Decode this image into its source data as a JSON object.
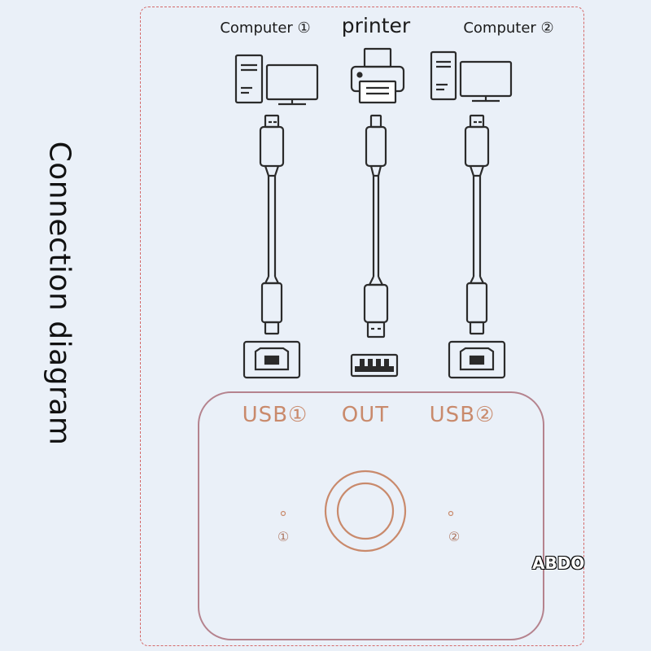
{
  "diagram": {
    "title": "Connection diagram",
    "devices": {
      "computer1": "Computer ①",
      "printer": "printer",
      "computer2": "Computer ②"
    },
    "ports": {
      "usb1": "USB①",
      "out": "OUT",
      "usb2": "USB②"
    },
    "indicators": {
      "led1": "①",
      "led2": "②"
    },
    "watermark": "ABDO",
    "colors": {
      "line": "#2b2b2b",
      "accent": "#c98a6c",
      "switch_border": "#b5838e",
      "panel_border": "#d46a6a",
      "background": "#eaf0f8"
    }
  }
}
